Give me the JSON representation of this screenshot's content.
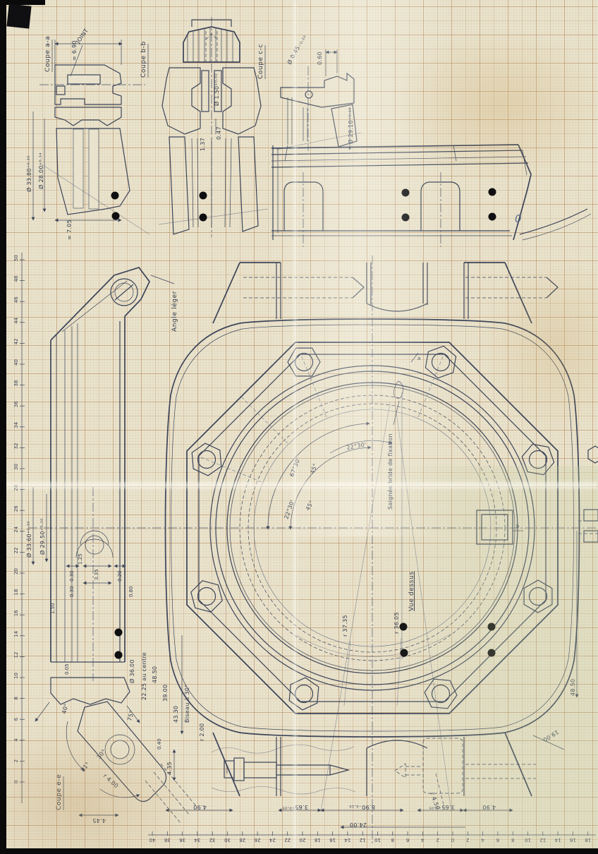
{
  "labels": {
    "coupe_aa": "Coupe a-a",
    "coupe_bb": "Coupe b-b",
    "coupe_cc": "Coupe c-c",
    "coupe_ee": "Coupe e-e",
    "joint": "JOINT",
    "angle_leger": "Angle léger",
    "saignee": "Saignée bride de fixation",
    "vue_dessus": "Vue dessus",
    "mark_a": "a",
    "mark_b": "b",
    "mark_zero": "0"
  },
  "dims": {
    "aa_width": "≈ 6.90",
    "aa_d1": "Ø 33.80⁺⁰·¹⁰",
    "aa_d2": "Ø 28.00⁺⁰·¹⁴",
    "aa_bottom": "≈ 7.05",
    "bb_d1": "Ø 1.50⁺⁰·⁰²",
    "bb_d2": "0.47",
    "bb_d3": "1.37",
    "cc_d1": "Ø 0.45₋₀.₁₀",
    "cc_d2": "0.60",
    "cc_d3": "Ø 29.10⁺⁰·¹⁰",
    "e_d1": "Ø 33.60⁺⁰·¹⁰",
    "e_d2": "Ø 29.50⁺⁰·²⁰",
    "e_125": "1.25",
    "e_030a": "0.30",
    "e_335": "3.35",
    "e_020": "0.20",
    "e_030b": "0.30",
    "e_080": "0.80",
    "e_150": "1.50",
    "e_005": "0.05",
    "e_d36": "Ø 36.00",
    "e_2225": "22.25 au centre",
    "e_4850": "48.50",
    "e_3900": "39.00",
    "e_4330": "43.30",
    "e_biseau": "Biseau à 30°",
    "e_435": "4.35",
    "e_040": "0.40",
    "e_r200": "r 2.00",
    "e_445": "4.45",
    "e_r400": "r 4.00",
    "ang40": "40°",
    "ang75": "75°",
    "ang21": "21°",
    "ang30": "30°",
    "m_6730": "67°30'",
    "m_45a": "45°",
    "m_2230a": "22°30'",
    "m_2230b": "22°30'",
    "m_45b": "45°",
    "m_r3735": "r 37.35",
    "m_r3605": "r 36.05",
    "b_490a": "4.90",
    "b_365a": "3.65⁺⁰·⁰⁵",
    "b_890": "8.90₋₀.₁₀",
    "b_365b": "3.65⁺⁰·⁰⁵",
    "b_490b": "4.90",
    "b_2400": "24.00",
    "b_r450": "r 4.50",
    "b_1900": "19.00",
    "r_4850": "48.50"
  },
  "rulers": {
    "left": {
      "values": [
        50,
        48,
        46,
        44,
        42,
        40,
        38,
        36,
        34,
        32,
        30,
        28,
        26,
        24,
        22,
        20,
        18,
        16,
        14,
        12,
        10,
        8,
        6,
        4,
        2,
        0
      ]
    },
    "bottom": {
      "values": [
        40,
        38,
        36,
        34,
        32,
        30,
        28,
        26,
        24,
        22,
        20,
        18,
        16,
        14,
        12,
        10,
        8,
        6,
        4,
        2,
        0,
        2,
        4,
        6,
        8,
        10,
        12,
        14,
        16,
        18
      ]
    }
  },
  "colors": {
    "paper": "#e9e3cd",
    "ink": "#3c4458",
    "dot": "#0e0e10"
  }
}
